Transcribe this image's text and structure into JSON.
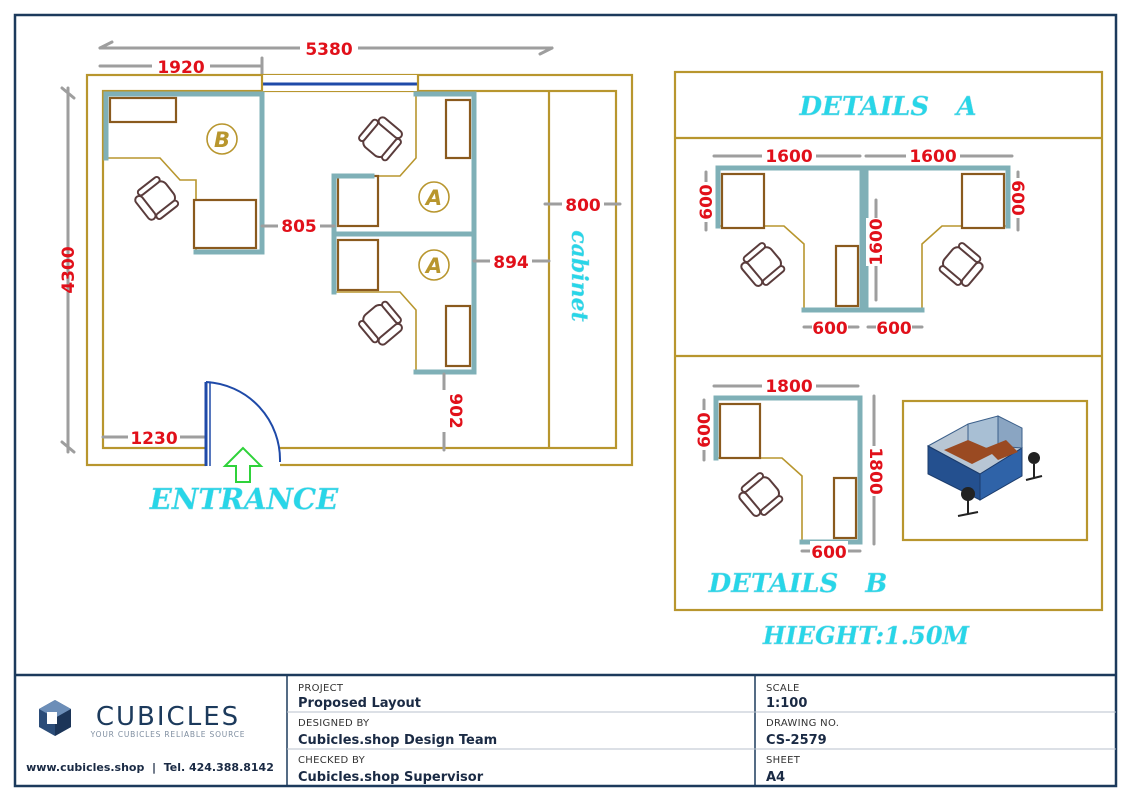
{
  "plan": {
    "dim_overall_width": "5380",
    "dim_left_width": "1920",
    "dim_height": "4300",
    "dim_gap_805": "805",
    "dim_gap_894": "894",
    "dim_cabinet": "800",
    "dim_bottom_902": "902",
    "dim_door_1230": "1230",
    "label_b": "B",
    "label_a1": "A",
    "label_a2": "A",
    "cabinet_label": "cabinet",
    "entrance_label": "ENTRANCE"
  },
  "details_a": {
    "title": "DETAILS   A",
    "dim_1600_left": "1600",
    "dim_1600_right": "1600",
    "dim_600_left": "600",
    "dim_600_right": "600",
    "dim_1600_vertical": "1600",
    "dim_600_bottom_left": "600",
    "dim_600_bottom_right": "600"
  },
  "details_b": {
    "title": "DETAILS   B",
    "dim_1800_top": "1800",
    "dim_600_left": "600",
    "dim_1800_right": "1800",
    "dim_600_bottom": "600"
  },
  "height_note": "HIEGHT:1.50M",
  "title_block": {
    "logo_name": "CUBICLES",
    "logo_tagline": "YOUR CUBICLES RELIABLE SOURCE",
    "contact": "www.cubicles.shop  |  Tel. 424.388.8142",
    "project_label": "PROJECT",
    "project_value": "Proposed Layout",
    "designed_label": "DESIGNED BY",
    "designed_value": "Cubicles.shop Design Team",
    "checked_label": "CHECKED BY",
    "checked_value": "Cubicles.shop Supervisor",
    "scale_label": "SCALE",
    "scale_value": "1:100",
    "drawing_label": "DRAWING NO.",
    "drawing_value": "CS-2579",
    "sheet_label": "SHEET",
    "sheet_value": "A4"
  },
  "colors": {
    "frame": "#1c3a5c",
    "wall": "#b8962e",
    "dimension_text": "#e1101a",
    "cyan_text": "#27d6e8",
    "panel": "#7fb0b7",
    "door": "#1f4aa8",
    "entrance_arrow": "#2fd23a"
  }
}
